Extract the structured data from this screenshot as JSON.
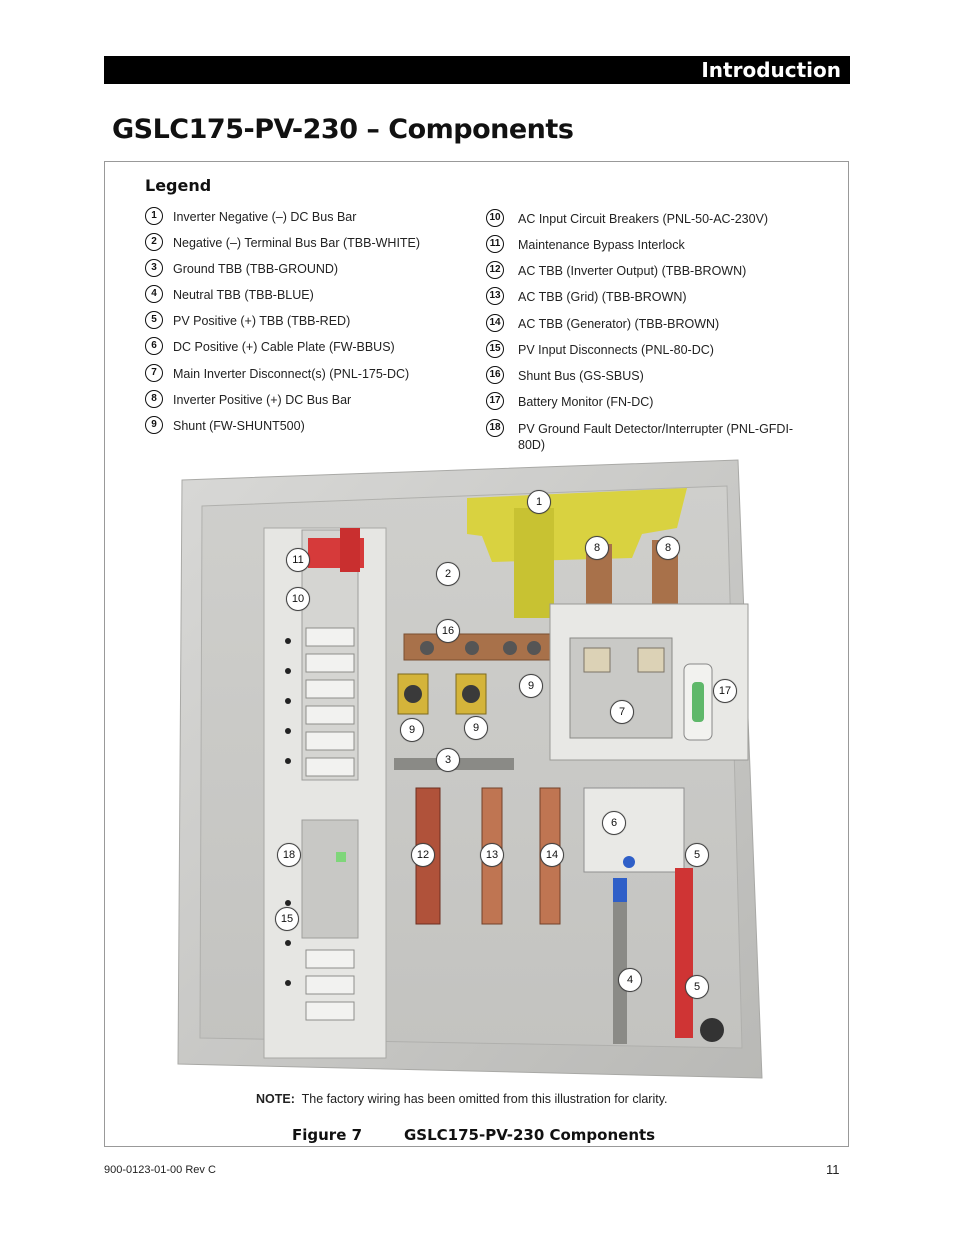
{
  "header": {
    "section": "Introduction"
  },
  "title": "GSLC175-PV-230 – Components",
  "legend": {
    "heading": "Legend",
    "left": [
      {
        "num": "1",
        "text": "Inverter Negative (–) DC Bus Bar"
      },
      {
        "num": "2",
        "text": "Negative (–) Terminal Bus Bar (TBB-WHITE)"
      },
      {
        "num": "3",
        "text": "Ground TBB (TBB-GROUND)"
      },
      {
        "num": "4",
        "text": "Neutral TBB (TBB-BLUE)"
      },
      {
        "num": "5",
        "text": "PV Positive (+) TBB (TBB-RED)"
      },
      {
        "num": "6",
        "text": "DC Positive (+) Cable Plate (FW-BBUS)"
      },
      {
        "num": "7",
        "text": "Main Inverter Disconnect(s) (PNL-175-DC)"
      },
      {
        "num": "8",
        "text": "Inverter Positive (+) DC Bus Bar"
      },
      {
        "num": "9",
        "text": "Shunt (FW-SHUNT500)"
      }
    ],
    "right": [
      {
        "num": "10",
        "text": "AC Input Circuit Breakers (PNL-50-AC-230V)"
      },
      {
        "num": "11",
        "text": "Maintenance Bypass Interlock"
      },
      {
        "num": "12",
        "text": "AC TBB (Inverter Output) (TBB-BROWN)"
      },
      {
        "num": "13",
        "text": "AC TBB (Grid) (TBB-BROWN)"
      },
      {
        "num": "14",
        "text": "AC TBB (Generator) (TBB-BROWN)"
      },
      {
        "num": "15",
        "text": "PV Input Disconnects (PNL-80-DC)"
      },
      {
        "num": "16",
        "text": "Shunt Bus (GS-SBUS)"
      },
      {
        "num": "17",
        "text": "Battery Monitor (FN-DC)"
      },
      {
        "num": "18",
        "text": "PV Ground Fault Detector/Interrupter (PNL-GFDI-80D)"
      }
    ]
  },
  "callouts": [
    "1",
    "8",
    "8",
    "11",
    "2",
    "10",
    "16",
    "9",
    "17",
    "7",
    "9",
    "9",
    "3",
    "6",
    "18",
    "12",
    "13",
    "14",
    "5",
    "15",
    "4",
    "5"
  ],
  "note": {
    "label": "NOTE:",
    "text": "The factory wiring has been omitted from this illustration for clarity."
  },
  "figure": {
    "number": "Figure 7",
    "caption": "GSLC175-PV-230 Components"
  },
  "footer": {
    "doc_id": "900-0123-01-00 Rev C",
    "page": "11"
  }
}
